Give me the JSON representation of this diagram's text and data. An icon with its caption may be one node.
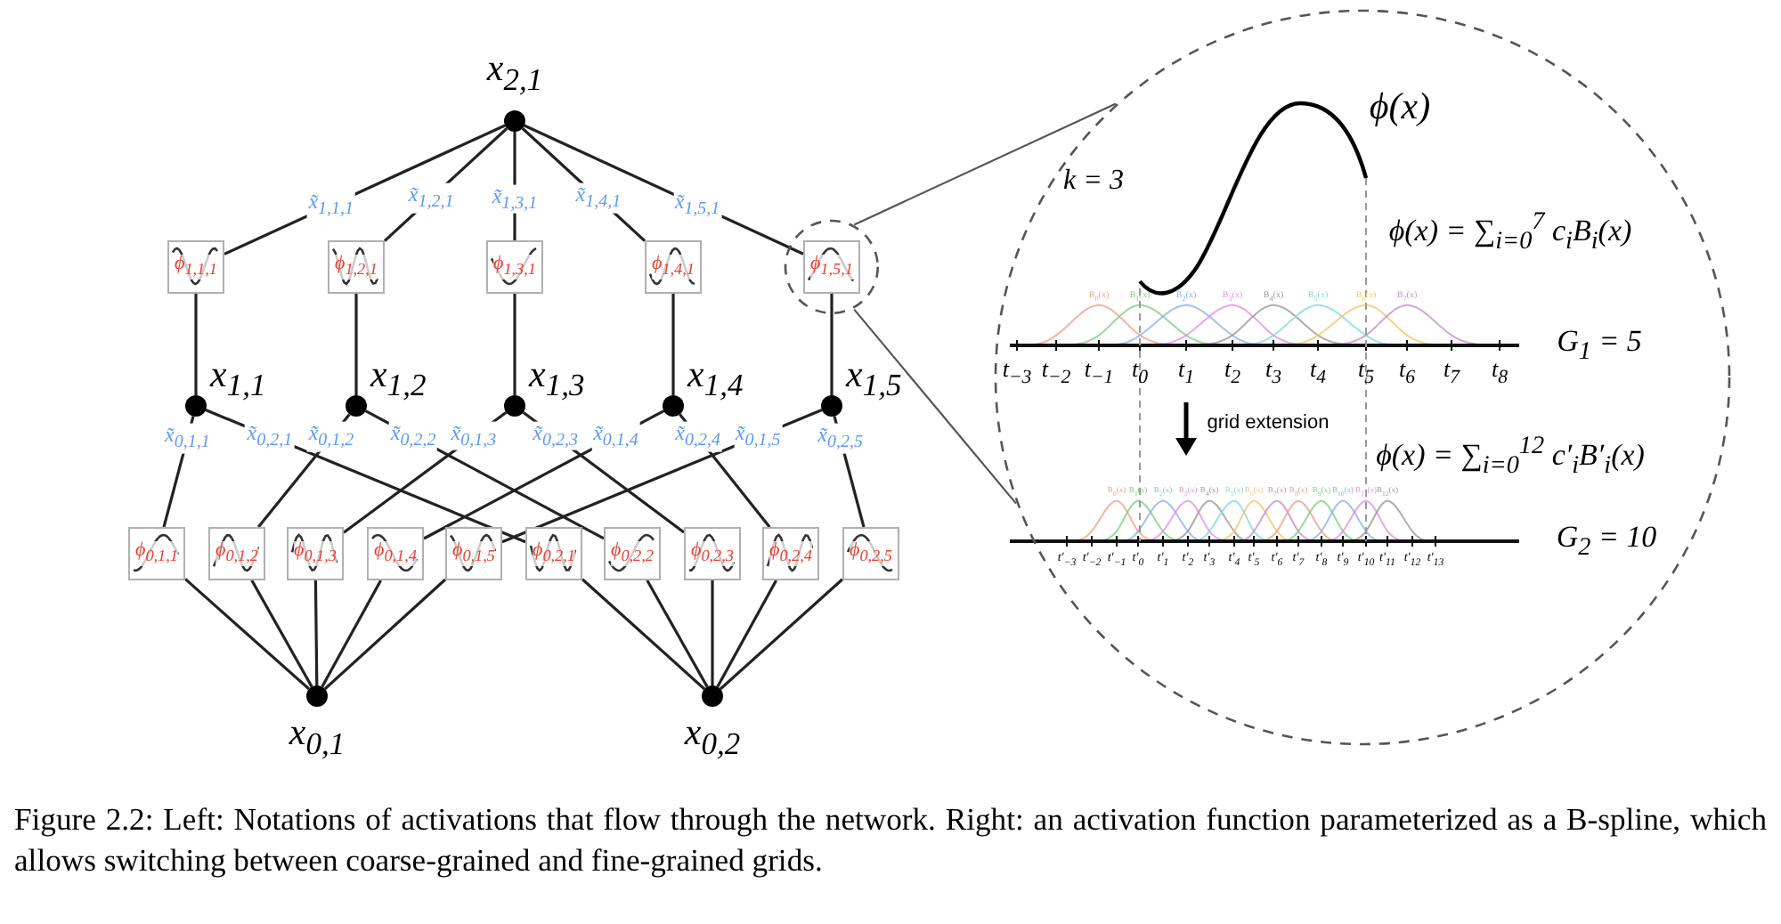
{
  "diagram": {
    "caption": "Figure 2.2: Left: Notations of activations that flow through the network. Right: an activation function parameterized as a B-spline, which allows switching between coarse-grained and fine-grained grids.",
    "nodes": [
      {
        "text": [],
        "shape": "circle",
        "beside": [
          "x$_{2,1}$"
        ]
      },
      {
        "text": [
          "ϕ$_{1,1,1}$"
        ]
      },
      {
        "text": [
          "ϕ$_{1,2,1}$"
        ]
      },
      {
        "text": [
          "ϕ$_{1,3,1}$"
        ]
      },
      {
        "text": [
          "ϕ$_{1,4,1}$"
        ]
      },
      {
        "text": [],
        "shape": "circle"
      },
      {
        "text": [
          "ϕ$_{1,5,1}$"
        ],
        "in": 5
      },
      {
        "text": [],
        "shape": "circle",
        "beside": [
          "x$_{1,1}$"
        ]
      },
      {
        "text": [],
        "shape": "circle",
        "beside": [
          "x$_{1,2}$"
        ]
      },
      {
        "text": [],
        "shape": "circle",
        "beside": [
          "x$_{1,3}$"
        ]
      },
      {
        "text": [],
        "shape": "circle",
        "beside": [
          "x$_{1,4}$"
        ]
      },
      {
        "text": [],
        "shape": "circle",
        "beside": [
          "x$_{1,5}$"
        ]
      },
      {
        "text": [
          "ϕ$_{0,1,1}$"
        ]
      },
      {
        "text": [
          "ϕ$_{0,1,2}$"
        ]
      },
      {
        "text": [
          "ϕ$_{0,1,3}$"
        ]
      },
      {
        "text": [
          "ϕ$_{0,1,4}$"
        ]
      },
      {
        "text": [
          "ϕ$_{0,1,5}$"
        ]
      },
      {
        "text": [
          "ϕ$_{0,2,1}$"
        ]
      },
      {
        "text": [
          "ϕ$_{0,2,2}$"
        ]
      },
      {
        "text": [
          "ϕ$_{0,2,3}$"
        ]
      },
      {
        "text": [
          "ϕ$_{0,2,4}$"
        ]
      },
      {
        "text": [
          "ϕ$_{0,2,5}$"
        ]
      },
      {
        "text": [],
        "shape": "circle",
        "beside": [
          "x$_{0,1}$"
        ]
      },
      {
        "text": [],
        "shape": "circle",
        "beside": [
          "x$_{0,2}$"
        ]
      },
      {
        "text": [],
        "shape": "circle"
      }
    ],
    "edges": [
      {
        "from": 1,
        "to": 0,
        "arrow": "none",
        "label": "x̃$_{1,1,1}$"
      },
      {
        "from": 2,
        "to": 0,
        "arrow": "none",
        "label": "x̃$_{1,2,1}$"
      },
      {
        "from": 3,
        "to": 0,
        "arrow": "none",
        "label": "x̃$_{1,3,1}$"
      },
      {
        "from": 4,
        "to": 0,
        "arrow": "none",
        "label": "x̃$_{1,4,1}$"
      },
      {
        "from": 6,
        "to": 0,
        "arrow": "none",
        "label": "x̃$_{1,5,1}$"
      },
      {
        "from": 7,
        "to": 1,
        "arrow": "none"
      },
      {
        "from": 8,
        "to": 2,
        "arrow": "none"
      },
      {
        "from": 9,
        "to": 3,
        "arrow": "none"
      },
      {
        "from": 10,
        "to": 4,
        "arrow": "none"
      },
      {
        "from": 11,
        "to": 6,
        "arrow": "none"
      },
      {
        "from": 12,
        "to": 7,
        "arrow": "none",
        "label": "x̃$_{0,1,1}$"
      },
      {
        "from": 17,
        "to": 7,
        "arrow": "none",
        "label": "x̃$_{0,2,1}$"
      },
      {
        "from": 13,
        "to": 8,
        "arrow": "none",
        "label": "x̃$_{0,1,2}$"
      },
      {
        "from": 18,
        "to": 8,
        "arrow": "none",
        "label": "x̃$_{0,2,2}$"
      },
      {
        "from": 14,
        "to": 9,
        "arrow": "none",
        "label": "x̃$_{0,1,3}$"
      },
      {
        "from": 19,
        "to": 9,
        "arrow": "none",
        "label": "x̃$_{0,2,3}$"
      },
      {
        "from": 15,
        "to": 10,
        "arrow": "none",
        "label": "x̃$_{0,1,4}$"
      },
      {
        "from": 20,
        "to": 10,
        "arrow": "none",
        "label": "x̃$_{0,2,4}$"
      },
      {
        "from": 16,
        "to": 11,
        "arrow": "none",
        "label": "x̃$_{0,1,5}$"
      },
      {
        "from": 21,
        "to": 11,
        "arrow": "none",
        "label": "x̃$_{0,2,5}$"
      },
      {
        "from": 22,
        "to": 12,
        "arrow": "none"
      },
      {
        "from": 22,
        "to": 13,
        "arrow": "none"
      },
      {
        "from": 22,
        "to": 14,
        "arrow": "none"
      },
      {
        "from": 22,
        "to": 15,
        "arrow": "none"
      },
      {
        "from": 22,
        "to": 16,
        "arrow": "none"
      },
      {
        "from": 23,
        "to": 17,
        "arrow": "none"
      },
      {
        "from": 23,
        "to": 18,
        "arrow": "none"
      },
      {
        "from": 23,
        "to": 19,
        "arrow": "none"
      },
      {
        "from": 23,
        "to": 20,
        "arrow": "none"
      },
      {
        "from": 23,
        "to": 21,
        "arrow": "none"
      },
      {
        "from": 5,
        "to": 24,
        "arrow": "none"
      },
      {
        "from": 5,
        "to": 24,
        "arrow": "none"
      }
    ],
    "labels": [
      "k = 3",
      "ϕ(x)",
      "ϕ(x) = ∑$_{i=0}$$^{7}$ c$_{i}$B$_{i}$(x)",
      "B$_{0}$(x)",
      "B$_{1}$(x)",
      "B$_{2}$(x)",
      "B$_{3}$(x)",
      "B$_{4}$(x)",
      "B$_{5}$(x)",
      "B$_{6}$(x)",
      "B$_{7}$(x)",
      "G$_{1}$ = 5",
      "t$_{−3}$",
      "t$_{−2}$",
      "t$_{−1}$",
      "t$_{0}$",
      "t$_{1}$",
      "t$_{2}$",
      "t$_{3}$",
      "t$_{4}$",
      "t$_{5}$",
      "t$_{6}$",
      "t$_{7}$",
      "t$_{8}$",
      "grid extension",
      "ϕ(x) = ∑$_{i=0}$$^{12}$ c′$_{i}$B′$_{i}$(x)",
      "B$_{0}$(x)",
      "B$_{1}$(x)",
      "B$_{2}$(x)",
      "B$_{3}$(x)",
      "B$_{4}$(x)",
      "B$_{5}$(x)",
      "B$_{6}$(x)",
      "B$_{7}$(x)",
      "B$_{8}$(x)",
      "B$_{9}$(x)",
      "B$_{10}$(x)",
      "B$_{11}$(x)",
      "B$_{12}$(x)",
      "G$_{2}$ = 10",
      "t′$_{−3}$",
      "t′$_{−2}$",
      "t′$_{−1}$",
      "t′$_{0}$",
      "t′$_{1}$",
      "t′$_{2}$",
      "t′$_{3}$",
      "t′$_{4}$",
      "t′$_{5}$",
      "t′$_{6}$",
      "t′$_{7}$",
      "t′$_{8}$",
      "t′$_{9}$",
      "t′$_{10}$",
      "t′$_{11}$",
      "t′$_{12}$",
      "t′$_{13}$"
    ]
  }
}
